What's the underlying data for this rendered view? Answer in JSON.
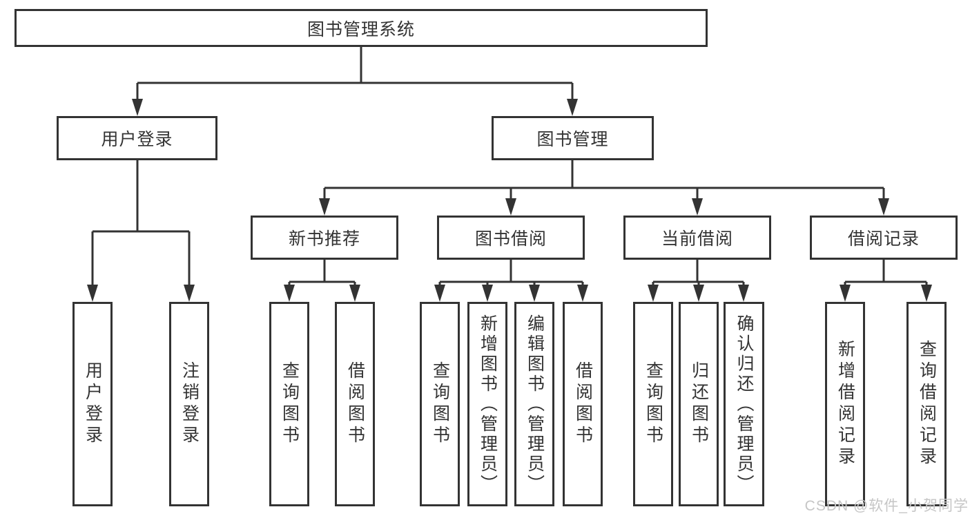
{
  "diagram": {
    "title": "图书管理系统",
    "level2": {
      "user_login": "用户登录",
      "book_management": "图书管理"
    },
    "level3": {
      "new_book_recommendation": "新书推荐",
      "book_borrowing": "图书借阅",
      "current_borrowing": "当前借阅",
      "borrowing_records": "借阅记录"
    },
    "leaves": {
      "user_login": "用户登录",
      "logout": "注销登录",
      "nb_query_books": "查询图书",
      "nb_borrow_books": "借阅图书",
      "bb_query_books": "查询图书",
      "bb_add_book_admin": "新增图书（管理员）",
      "bb_edit_book_admin": "编辑图书（管理员）",
      "bb_borrow_books": "借阅图书",
      "cb_query_books": "查询图书",
      "cb_return_books": "归还图书",
      "cb_confirm_return_admin": "确认归还（管理员）",
      "br_add_record": "新增借阅记录",
      "br_query_record": "查询借阅记录"
    },
    "hierarchy": {
      "图书管理系统": [
        "用户登录",
        "图书管理"
      ],
      "用户登录": [
        "用户登录",
        "注销登录"
      ],
      "图书管理": [
        "新书推荐",
        "图书借阅",
        "当前借阅",
        "借阅记录"
      ],
      "新书推荐": [
        "查询图书",
        "借阅图书"
      ],
      "图书借阅": [
        "查询图书",
        "新增图书（管理员）",
        "编辑图书（管理员）",
        "借阅图书"
      ],
      "当前借阅": [
        "查询图书",
        "归还图书",
        "确认归还（管理员）"
      ],
      "借阅记录": [
        "新增借阅记录",
        "查询借阅记录"
      ]
    }
  },
  "watermark": "CSDN @软件_小贺同学",
  "colors": {
    "line": "#333333",
    "text": "#333333",
    "box_background": "#ffffff",
    "watermark": "#c6c6c6",
    "background": "#ffffff"
  }
}
